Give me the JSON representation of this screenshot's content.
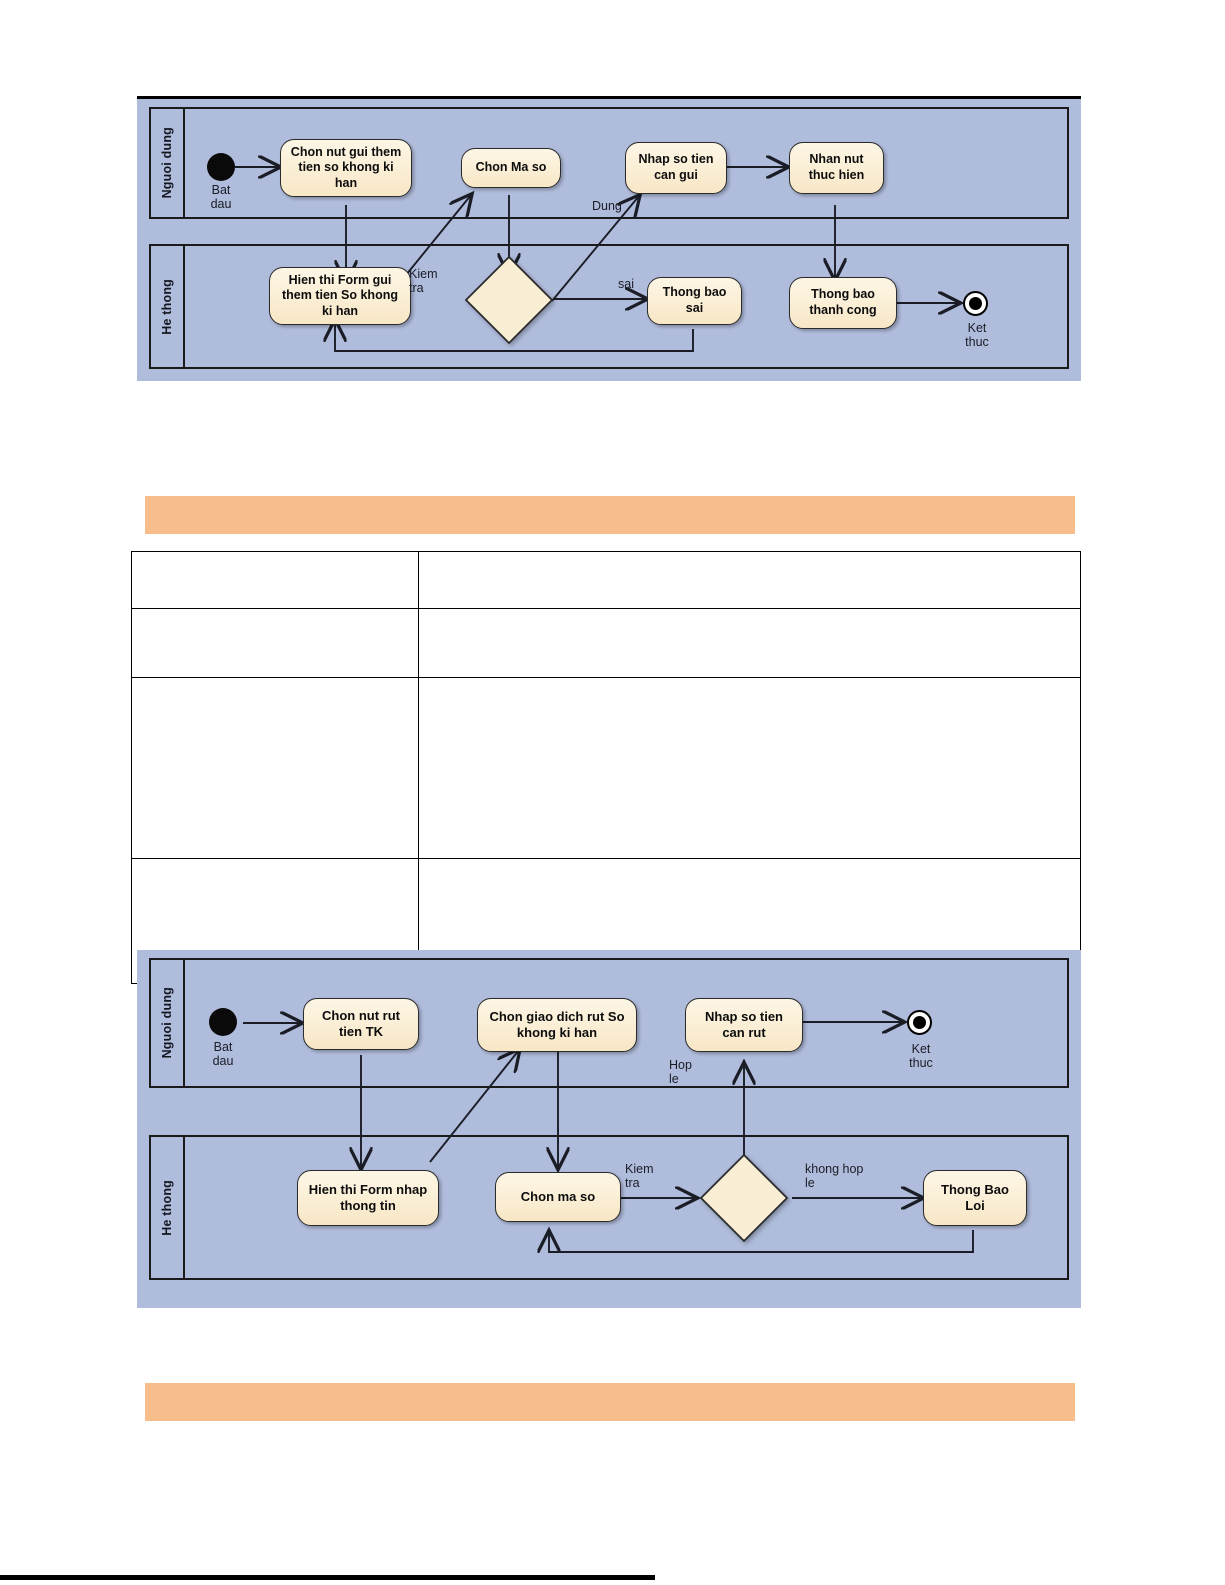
{
  "document": {
    "top_rule": true,
    "bottom_bar": true
  },
  "orange_bars": [
    {
      "name": "section-bar-top",
      "color": "#f7bd8b",
      "text": ""
    },
    {
      "name": "section-bar-bottom",
      "color": "#f7bd8b",
      "text": ""
    }
  ],
  "spec_table": {
    "rows": [
      {
        "label": "",
        "value": ""
      },
      {
        "label": "",
        "value": ""
      },
      {
        "label": "",
        "value": ""
      },
      {
        "label": "",
        "value": ""
      }
    ]
  },
  "colors": {
    "lane_background": "#b0bcdc",
    "node_fill": "#faeed2",
    "node_border": "#2b2b2b",
    "accent_orange": "#f7bd8b",
    "line": "#1a1d26"
  },
  "diagram1": {
    "name": "activity-diagram-gui-them-tien-so-khong-ki-han",
    "lanes": [
      {
        "name": "lane-nguoi-dung",
        "label": "Nguoi dung"
      },
      {
        "name": "lane-he-thong",
        "label": "He thong"
      }
    ],
    "start": {
      "caption": "Bat\ndau",
      "caption_line1": "Bat",
      "caption_line2": "dau"
    },
    "end": {
      "caption_line1": "Ket",
      "caption_line2": "thuc"
    },
    "nodes": [
      {
        "id": "n1",
        "label": "Chon nut gui them tien so khong ki han",
        "lane": "Nguoi dung"
      },
      {
        "id": "n2",
        "label": "Chon Ma so",
        "lane": "Nguoi dung"
      },
      {
        "id": "n3",
        "label": "Nhap so tien can gui",
        "lane": "Nguoi dung"
      },
      {
        "id": "n4",
        "label": "Nhan nut thuc hien",
        "lane": "Nguoi dung"
      },
      {
        "id": "n5",
        "label": "Hien thi Form  gui them tien So khong ki han",
        "lane": "He thong"
      },
      {
        "id": "n6",
        "label": "Thong bao sai",
        "lane": "He thong"
      },
      {
        "id": "n7",
        "label": "Thong bao thanh cong",
        "lane": "He thong"
      }
    ],
    "decision": {
      "name": "decision-kiem-tra",
      "label": ""
    },
    "edge_labels": [
      {
        "name": "edge-label-kiem-tra",
        "line1": "Kiem",
        "line2": "tra"
      },
      {
        "name": "edge-label-dung",
        "text": "Dung"
      },
      {
        "name": "edge-label-sai",
        "text": "sai"
      }
    ]
  },
  "diagram2": {
    "name": "activity-diagram-rut-tien-so-khong-ki-han",
    "lanes": [
      {
        "name": "lane-nguoi-dung",
        "label": "Nguoi dung"
      },
      {
        "name": "lane-he-thong",
        "label": "He thong"
      }
    ],
    "start": {
      "caption_line1": "Bat",
      "caption_line2": "dau"
    },
    "end": {
      "caption_line1": "Ket",
      "caption_line2": "thuc"
    },
    "nodes": [
      {
        "id": "m1",
        "label": "Chon nut rut tien TK",
        "lane": "Nguoi dung"
      },
      {
        "id": "m2",
        "label": "Chon giao dich rut So khong ki han",
        "lane": "Nguoi dung"
      },
      {
        "id": "m3",
        "label": "Nhap so tien can rut",
        "lane": "Nguoi dung"
      },
      {
        "id": "m4",
        "label": "Hien thi Form nhap thong tin",
        "lane": "He thong"
      },
      {
        "id": "m5",
        "label": "Chon ma so",
        "lane": "He thong"
      },
      {
        "id": "m6",
        "label": "Thong Bao Loi",
        "lane": "He thong"
      }
    ],
    "decision": {
      "name": "decision-kiem-tra",
      "label": ""
    },
    "edge_labels": [
      {
        "name": "edge-label-kiem-tra",
        "line1": "Kiem",
        "line2": "tra"
      },
      {
        "name": "edge-label-hop-le",
        "line1": "Hop",
        "line2": "le"
      },
      {
        "name": "edge-label-khong-hop-le",
        "line1": "khong hop",
        "line2": "le"
      }
    ]
  }
}
